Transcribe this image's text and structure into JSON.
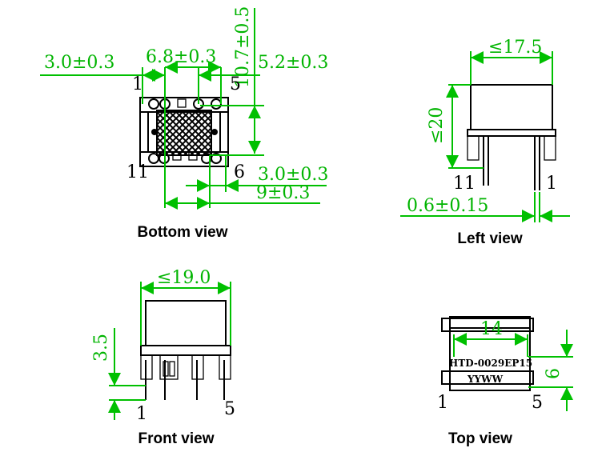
{
  "bottom_view": {
    "caption": "Bottom view",
    "dims": {
      "left_offset": "3.0±0.3",
      "top_width": "6.8±0.3",
      "right_offset": "5.2±0.3",
      "vertical": "10.7±0.5",
      "bottom_offset": "3.0±0.3",
      "bottom_span": "9±0.3"
    },
    "pins": {
      "p1": "1",
      "p5": "5",
      "p11": "11",
      "p6": "6"
    }
  },
  "left_view": {
    "caption": "Left view",
    "dims": {
      "width": "≤17.5",
      "height": "≤20",
      "pin_dia": "0.6±0.15"
    },
    "pins": {
      "p11": "11",
      "p1": "1"
    }
  },
  "front_view": {
    "caption": "Front view",
    "dims": {
      "width": "≤19.0",
      "pin_len": "3.5"
    },
    "pins": {
      "p1": "1",
      "p5": "5"
    }
  },
  "top_view": {
    "caption": "Top view",
    "dims": {
      "width": "14",
      "height": "6"
    },
    "marking": {
      "part": "HTD-0029EP15",
      "date": "YYWW"
    },
    "pins": {
      "p1": "1",
      "p5": "5"
    }
  },
  "colors": {
    "dimension": "#00c000",
    "outline": "#000000"
  }
}
